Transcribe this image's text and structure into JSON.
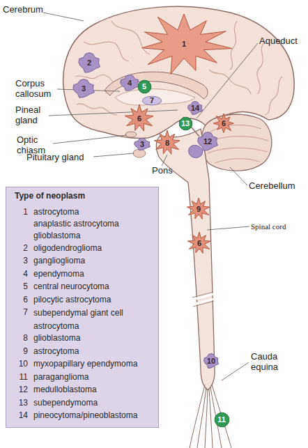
{
  "diagram": {
    "nodes": [
      {
        "text": [
          "1"
        ]
      },
      {
        "text": [
          "2"
        ]
      },
      {
        "text": [
          "3"
        ]
      },
      {
        "text": [
          "4"
        ]
      },
      {
        "text": [
          "5"
        ]
      },
      {
        "text": [
          "7"
        ]
      },
      {
        "text": [
          "6"
        ]
      },
      {
        "text": [
          "14"
        ]
      },
      {
        "text": [
          "13"
        ]
      },
      {
        "text": [
          "6"
        ]
      },
      {
        "text": [
          "3"
        ]
      },
      {
        "text": [
          "8"
        ]
      },
      {
        "text": [
          "12"
        ]
      },
      {
        "text": [
          "Type of neoplasm"
        ]
      },
      {
        "text": [
          "9"
        ]
      },
      {
        "text": [
          "6"
        ]
      },
      {
        "text": [
          "10"
        ]
      },
      {
        "text": [
          "11"
        ]
      }
    ],
    "labels": [
      "Cerebrum",
      "Aqueduct",
      "Corpus callosum",
      "Pineal gland",
      "Optic chiasm",
      "Pituitary gland",
      "Pons",
      "Cerebellum",
      "Spinal cord",
      "Cauda equina",
      "1",
      "astrocytoma",
      "anaplastic astrocytoma",
      "glioblastoma",
      "2",
      "oligodendroglioma",
      "3",
      "ganglioglioma",
      "4",
      "ependymoma",
      "5",
      "central neurocytoma",
      "6",
      "pilocytic astrocytoma",
      "7",
      "subependymal giant cell astrocytoma",
      "8",
      "glioblastoma",
      "9",
      "astrocytoma",
      "10",
      "myxopapillary ependymoma",
      "11",
      "paraganglioma",
      "12",
      "medulloblastoma",
      "13",
      "subependymoma",
      "14",
      "pineocytoma/pineoblastoma"
    ]
  }
}
